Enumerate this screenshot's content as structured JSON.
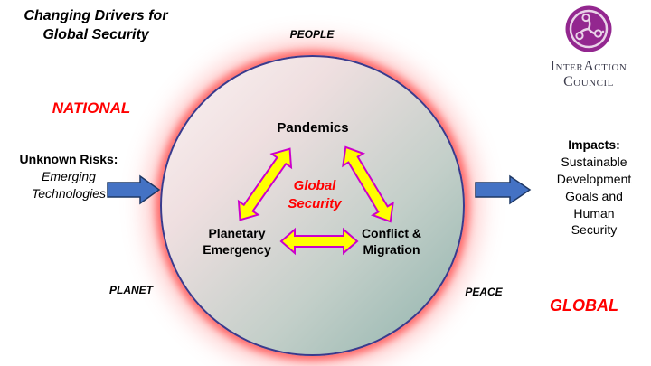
{
  "header": {
    "title": "Changing Drivers for\nGlobal Security"
  },
  "labels": {
    "people": "PEOPLE",
    "planet": "PLANET",
    "peace": "PEACE",
    "national": "NATIONAL",
    "global": "GLOBAL"
  },
  "left_block": {
    "risks_title": "Unknown Risks:",
    "risks_sub": "Emerging\nTechnologies"
  },
  "right_block": {
    "impacts_title": "Impacts:",
    "impacts_body": "Sustainable\nDevelopment\nGoals and\nHuman\nSecurity"
  },
  "circle": {
    "center": "Global\nSecurity",
    "top": "Pandemics",
    "bottom_left": "Planetary\nEmergency",
    "bottom_right": "Conflict &\nMigration"
  },
  "logo": {
    "line1": "InterAction",
    "line2": "Council"
  },
  "colors": {
    "red_text": "#FF0000",
    "arrow_blue": "#4472C4",
    "arrow_blue_outline": "#1F3864",
    "arrow_yellow": "#FFFF00",
    "arrow_yellow_outline": "#CC00CC",
    "circle_border": "#3A3A8C",
    "circle_glow": "#FF4646",
    "logo_purple": "#93278F"
  }
}
